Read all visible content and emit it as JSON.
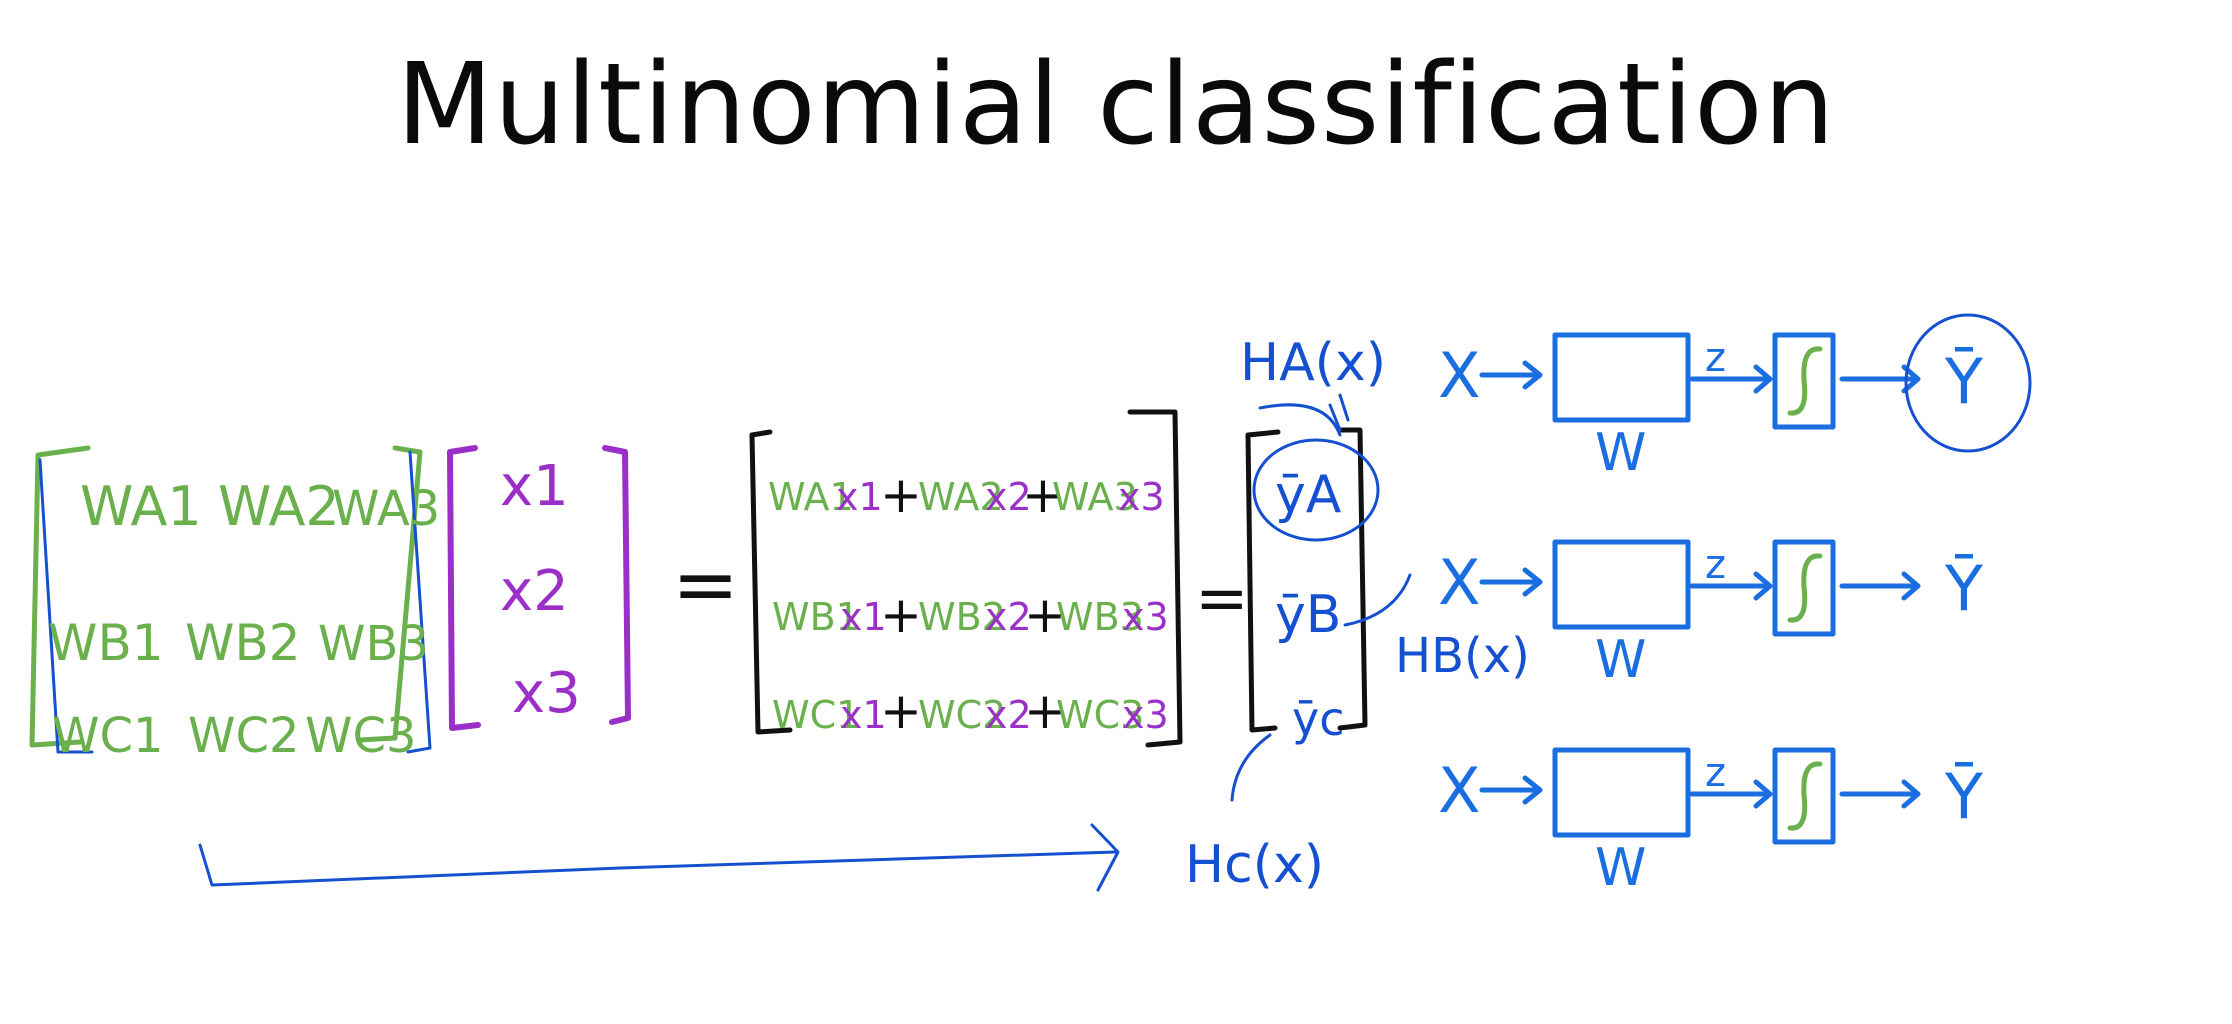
{
  "title": "Multinomial classification",
  "weights": {
    "row_a": [
      "WA1",
      "WA2",
      "WA3"
    ],
    "row_b": [
      "WB1",
      "WB2",
      "WB3"
    ],
    "row_c": [
      "WC1",
      "WC2",
      "WC3"
    ]
  },
  "inputs": [
    "x1",
    "x2",
    "x3"
  ],
  "equals": "=",
  "products": {
    "row_a": [
      {
        "w": "WA1",
        "x": "x1"
      },
      {
        "w": "WA2",
        "x": "x2"
      },
      {
        "w": "WA3",
        "x": "x3"
      }
    ],
    "row_b": [
      {
        "w": "WB1",
        "x": "x1"
      },
      {
        "w": "WB2",
        "x": "x2"
      },
      {
        "w": "WB3",
        "x": "x3"
      }
    ],
    "row_c": [
      {
        "w": "WC1",
        "x": "x1"
      },
      {
        "w": "WC2",
        "x": "x2"
      },
      {
        "w": "WC3",
        "x": "x3"
      }
    ],
    "plus": "+"
  },
  "outputs": [
    "ȳA",
    "ȳB",
    "ȳc"
  ],
  "hypotheses": {
    "a": "HA(x)",
    "b": "HB(x)",
    "c": "Hc(x)"
  },
  "pipelines": [
    {
      "input": "X",
      "box_label": "W",
      "z": "z",
      "sigmoid": "∫",
      "output": "Ȳ",
      "output_circled": true
    },
    {
      "input": "X",
      "box_label": "W",
      "z": "z",
      "sigmoid": "∫",
      "output": "Ȳ",
      "output_circled": false
    },
    {
      "input": "X",
      "box_label": "W",
      "z": "z",
      "sigmoid": "∫",
      "output": "Ȳ",
      "output_circled": false
    }
  ],
  "colors": {
    "weights": "#6ab04c",
    "inputs": "#9b30c8",
    "pipeline": "#1a6ee0",
    "annotations": "#1550d0",
    "brackets": "#111111"
  }
}
